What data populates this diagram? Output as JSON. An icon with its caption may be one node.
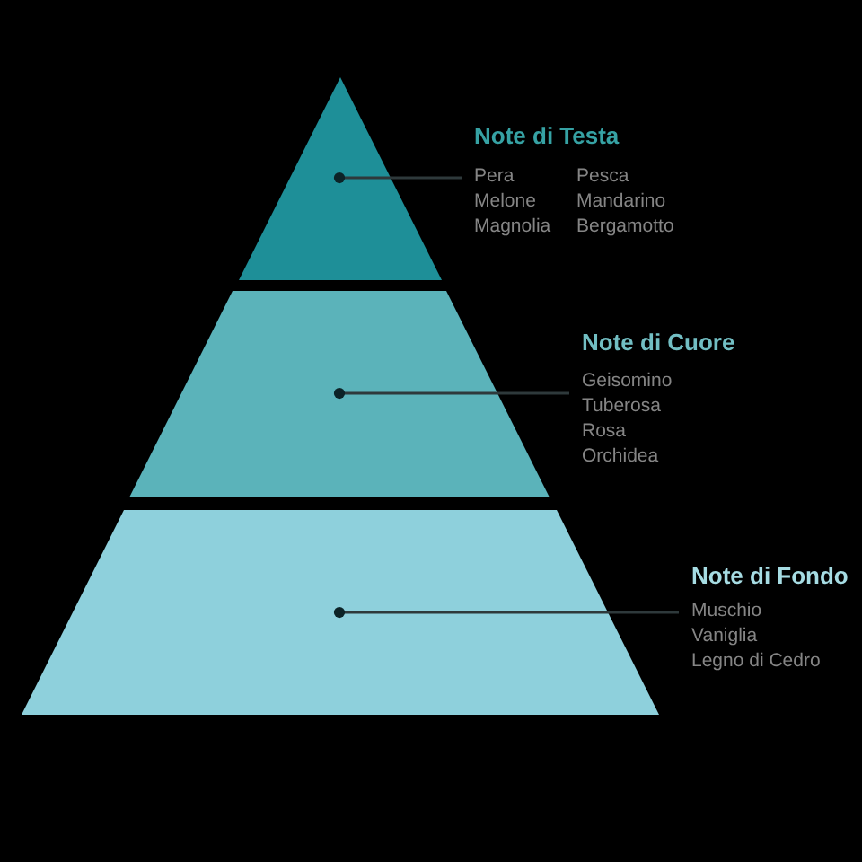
{
  "diagram": {
    "nodes": [
      {
        "text": [],
        "shape": "triangle"
      },
      {
        "text": [],
        "shape": "trapezoid"
      },
      {
        "text": [],
        "shape": "trapezoid"
      },
      {
        "text": [
          "Note di Testa",
          "Pera",
          "Pesca",
          "Melone",
          "Mandarino",
          "Magnolia",
          "Bergamotto"
        ]
      },
      {
        "text": [
          "Note di Cuore",
          "Geisomino",
          "Tuberosa",
          "Rosa",
          "Orchidea"
        ]
      },
      {
        "text": [
          "Note di Fondo",
          "Muschio",
          "Vaniglia",
          "Legno di Cedro"
        ]
      }
    ],
    "edges": [
      {
        "from": 3,
        "to": 0,
        "arrow": "other"
      },
      {
        "from": 4,
        "to": 1,
        "arrow": "other"
      },
      {
        "from": 5,
        "to": 2,
        "arrow": "other"
      }
    ]
  }
}
